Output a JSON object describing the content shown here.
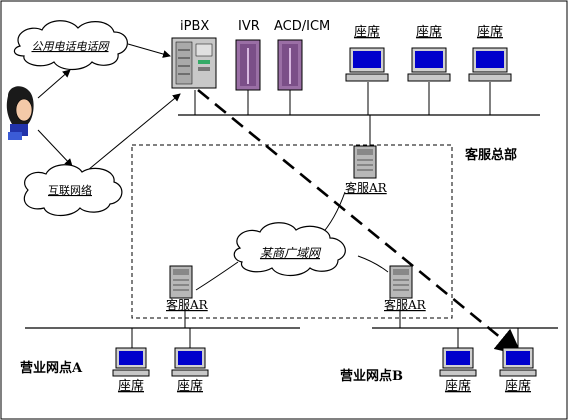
{
  "diagram": {
    "hq_label": "客服总部",
    "cloud_pstn": "公用电话电话网",
    "cloud_internet": "互联网络",
    "cloud_wan": "某商广域网",
    "ipbx_label": "iPBX",
    "ivr_label": "IVR",
    "acd_label": "ACD/ICM",
    "seat_label": "座席",
    "ar_label": "客服AR",
    "site_a": "营业网点A",
    "site_b": "营业网点B"
  },
  "colors": {
    "line": "#000000",
    "server_purple": "#9a6fa5",
    "server_gray": "#b8b8b8",
    "monitor_blue": "#1f3fbf",
    "screen_blue": "#0000cc",
    "cloud_fill": "#ffffff"
  },
  "icons": [
    "person-icon",
    "cloud-icon",
    "server-icon",
    "workstation-icon",
    "router-icon"
  ]
}
